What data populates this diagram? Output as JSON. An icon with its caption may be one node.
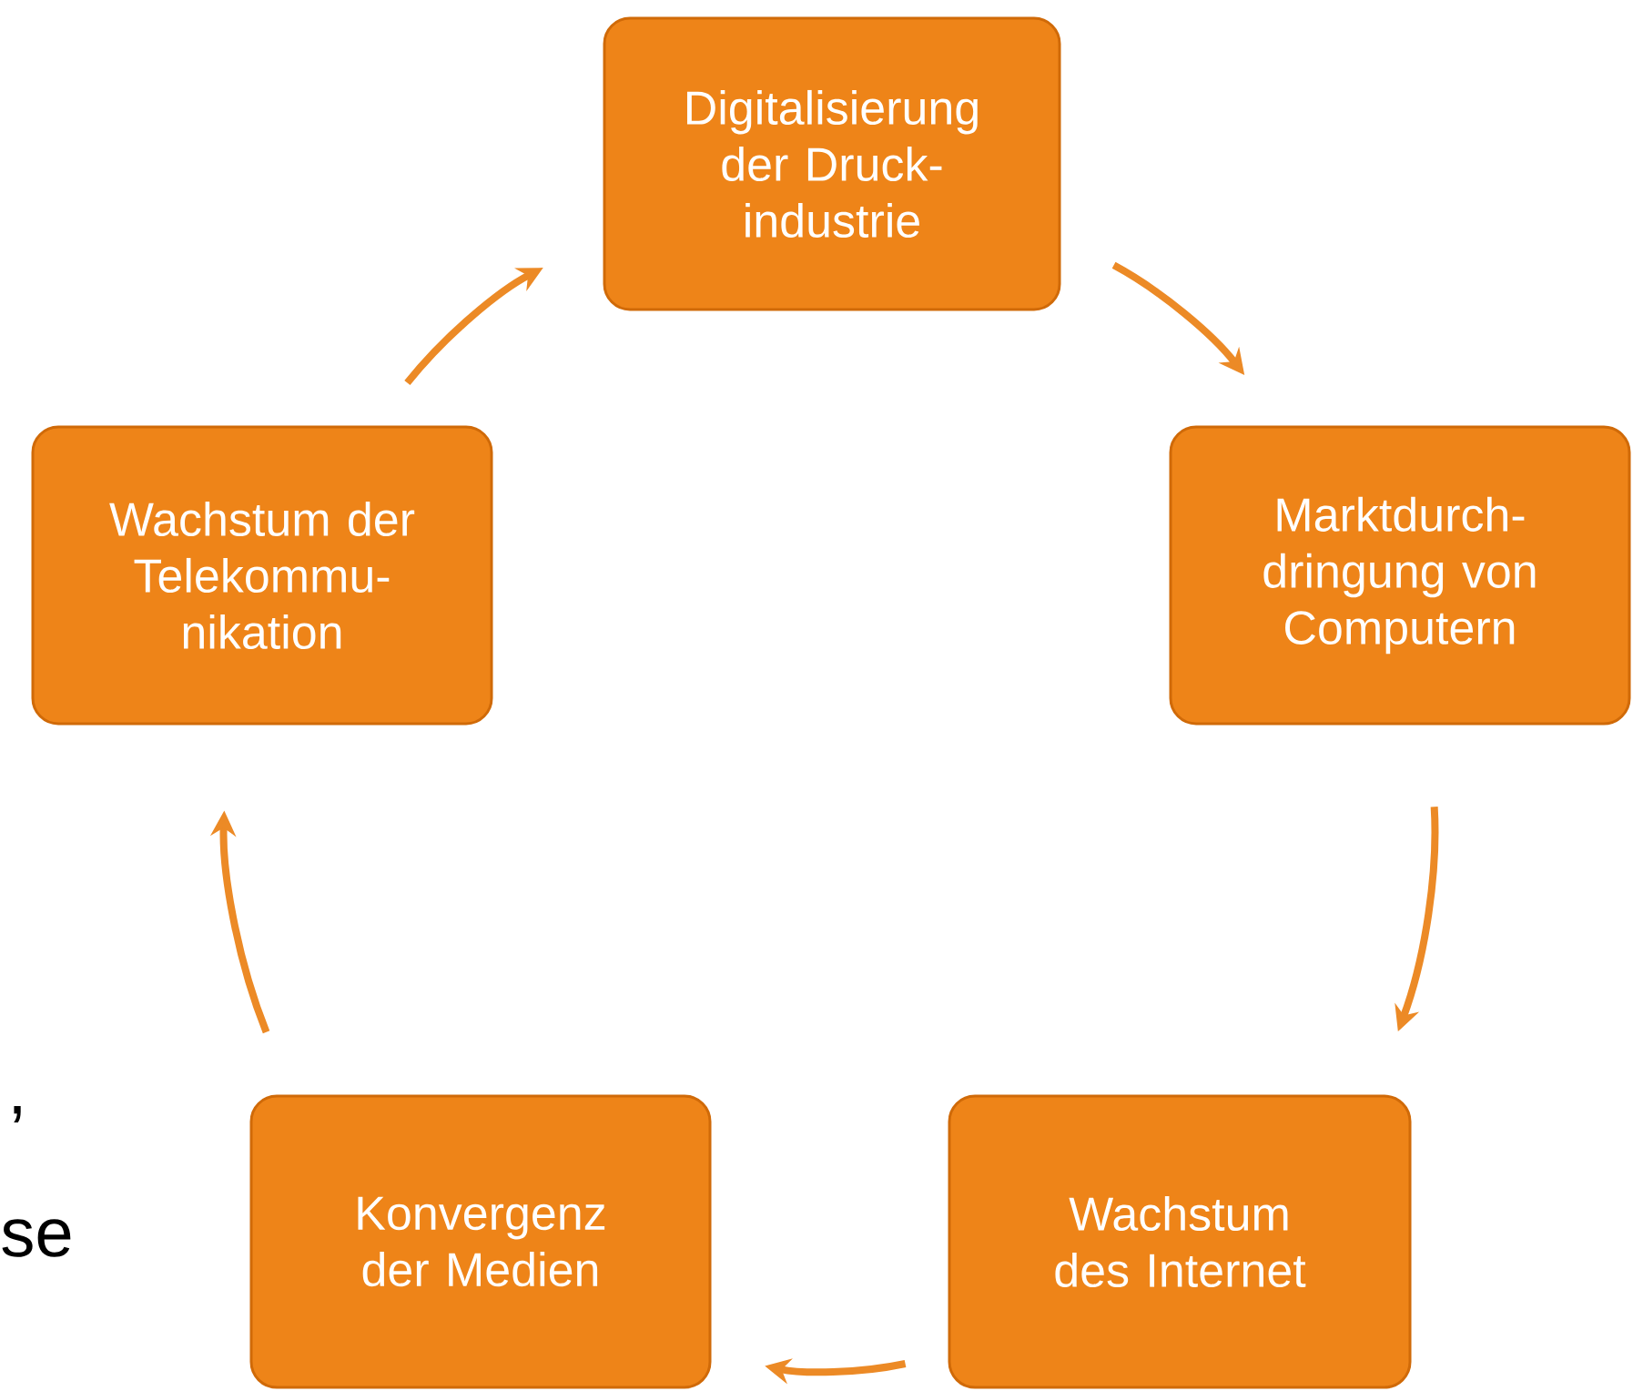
{
  "diagram": {
    "nodes": [
      {
        "text": [
          "Digitalisierung der Druck- industrie"
        ]
      },
      {
        "text": [
          "Marktdurch- dringung von Computern"
        ]
      },
      {
        "text": [
          "Wachstum des Internet"
        ]
      },
      {
        "text": [
          "Konvergenz der Medien"
        ]
      },
      {
        "text": [
          "Wachstum der Telekommu- nikation"
        ]
      }
    ],
    "edges": [
      {
        "from": 0,
        "to": 1,
        "arrow": "to"
      },
      {
        "from": 1,
        "to": 2,
        "arrow": "to"
      },
      {
        "from": 2,
        "to": 3,
        "arrow": "to"
      },
      {
        "from": 3,
        "to": 4,
        "arrow": "to"
      },
      {
        "from": 4,
        "to": 0,
        "arrow": "to"
      }
    ],
    "labels": [
      ",",
      "se"
    ]
  }
}
